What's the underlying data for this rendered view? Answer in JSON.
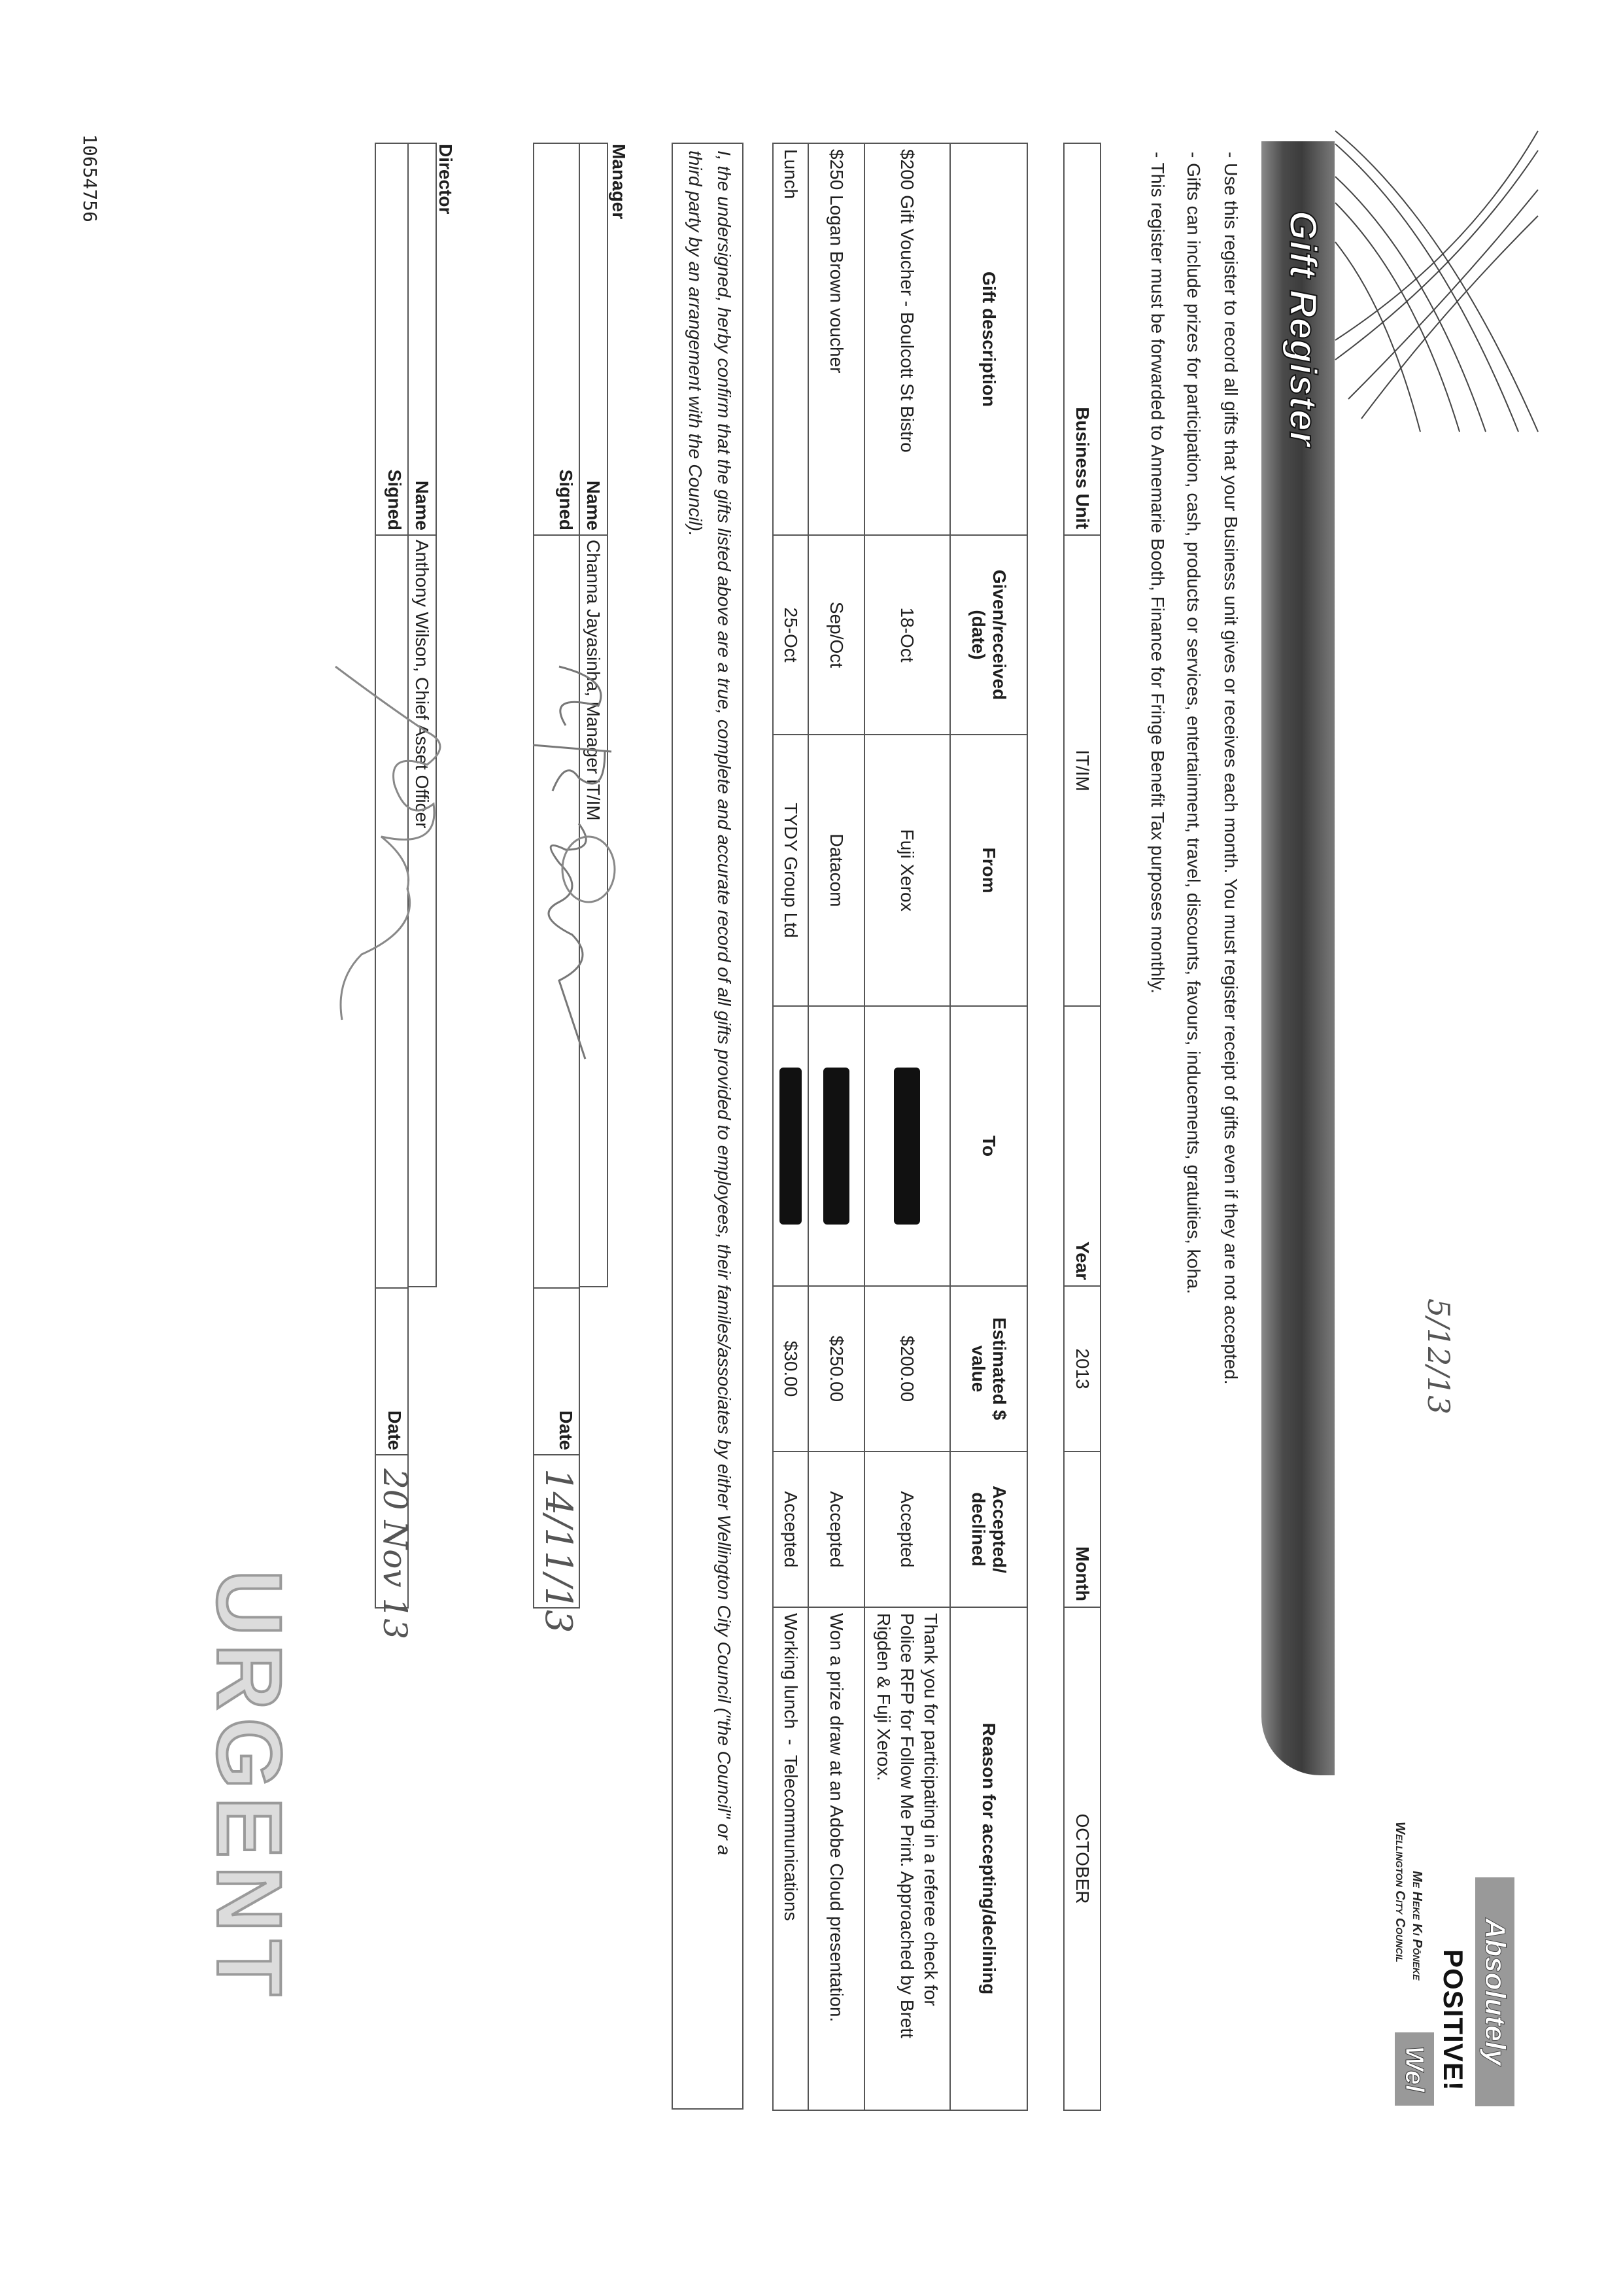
{
  "header": {
    "title": "Gift Register"
  },
  "logo": {
    "line1": "Absolutely",
    "line2": "POSITIVE!",
    "line3": "Me Heke Ki Pōneke",
    "line4": "Wellington City Council",
    "badge": "Wel"
  },
  "handwritten_top_date": "5/12/13",
  "instructions": [
    "- Use this register to record all gifts that your Business unit gives or receives each month. You must register receipt of gifts even if they are not accepted.",
    "- Gifts can include prizes for participation, cash, products or services, entertainment, travel, discounts, favours, inducements, gratuities, koha.",
    "- This register must be forwarded to Annemarie Booth, Finance for Fringe Benefit Tax purposes monthly."
  ],
  "business_unit": {
    "label": "Business Unit",
    "value": "IT/IM",
    "year_label": "Year",
    "year": "2013",
    "month_label": "Month",
    "month": "OCTOBER"
  },
  "table": {
    "headers": {
      "desc": "Gift description",
      "date": "Given/received\n(date)",
      "from": "From",
      "to": "To",
      "value": "Estimated $\nvalue",
      "status": "Accepted/\ndeclined",
      "reason": "Reason for accepting/declining"
    },
    "rows": [
      {
        "desc": "$200 Gift Voucher - Boulcott St Bistro",
        "date": "18-Oct",
        "from": "Fuji Xerox",
        "value": "$200.00",
        "status": "Accepted",
        "reason": "Thank you for participating in a referee check for\nPolice RFP for Follow Me Print.  Approached by Brett\nRigden & Fuji Xerox."
      },
      {
        "desc": "$250 Logan Brown voucher",
        "date": "Sep/Oct",
        "from": "Datacom",
        "value": "$250.00",
        "status": "Accepted",
        "reason": "Won a prize draw at an Adobe Cloud presentation."
      },
      {
        "desc": "Lunch",
        "date": "25-Oct",
        "from": "TYDY Group Ltd",
        "value": "$30.00",
        "status": "Accepted",
        "reason": "Working lunch  -  Telecommunications"
      }
    ]
  },
  "declaration": {
    "line1": "I, the undersigned, herby confirm that the gifts listed above are a true, complete and accurate record of all gifts provided to employees, their familes/associates by either Wellington City Council (\"the Council\" or a",
    "line2": "third party by an arrangement with the Council)."
  },
  "manager": {
    "section": "Manager",
    "name_label": "Name",
    "name": "Channa Jayasinha, Manager IT/IM",
    "signed_label": "Signed",
    "date_label": "Date",
    "date": "14/11/13"
  },
  "director": {
    "section": "Director",
    "name_label": "Name",
    "name": "Anthony Wilson, Chief Asset Officer",
    "signed_label": "Signed",
    "date_label": "Date",
    "date": "20 Nov 13"
  },
  "stamp": "URGENT",
  "reference": "10654756"
}
